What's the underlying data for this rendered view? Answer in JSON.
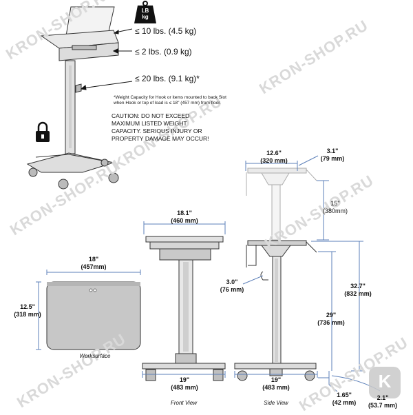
{
  "weight_icon": {
    "line1": "LB",
    "line2": "kg"
  },
  "capacities": [
    {
      "label": "≤ 10 lbs. (4.5 kg)"
    },
    {
      "label": "≤ 2 lbs. (0.9 kg)"
    },
    {
      "label": "≤ 20 lbs. (9.1 kg)*"
    }
  ],
  "footnote": {
    "line1": "*Weight Capacity for Hook or items mounted to back Slot",
    "line2": "when Hook or top of load is ≤ 18\" (457 mm) from floor."
  },
  "caution": {
    "line1": "CAUTION:  DO NOT EXCEED",
    "line2": "MAXIMUM LISTED WEIGHT",
    "line3": "CAPACITY. SERIOUS INJURY OR",
    "line4": "PROPERTY DAMAGE MAY OCCUR!"
  },
  "worksurface": {
    "width_in": "18\"",
    "width_mm": "(457mm)",
    "depth_in": "12.5\"",
    "depth_mm": "(318 mm)",
    "caption": "Worksurface"
  },
  "front_view": {
    "top_in": "18.1\"",
    "top_mm": "(460 mm)",
    "base_in": "19\"",
    "base_mm": "(483 mm)",
    "caption": "Front View"
  },
  "side_view": {
    "top_in": "12.6\"",
    "top_mm": "(320 mm)",
    "hook_in": "3.1\"",
    "hook_mm": "(79 mm)",
    "span_in": "15\"",
    "span_mm": "(380mm)",
    "slot_in": "3.0\"",
    "slot_mm": "(76 mm)",
    "total_in": "32.7\"",
    "total_mm": "(832 mm)",
    "height_in": "29\"",
    "height_mm": "(736 mm)",
    "base_in": "19\"",
    "base_mm": "(483 mm)",
    "foot_in": "1.65\"",
    "foot_mm": "(42 mm)",
    "offset_in": "2.1\"",
    "offset_mm": "(53.7 mm)",
    "caption": "Side View"
  },
  "watermarks": [
    "KRON-SHOP.RU",
    "KRON-SHOP.RU",
    "KRON-SHOP.RU",
    "KRON-SHOP.RU",
    "KRON-SHOP.RU",
    "KRON-SHOP.RU",
    "KRON-SHOP.RU"
  ],
  "badge_letter": "K",
  "colors": {
    "dim_blue": "#5b7fb8",
    "line": "#333333",
    "fill_light": "#e6e6e6",
    "fill_mid": "#c8c8c8"
  }
}
